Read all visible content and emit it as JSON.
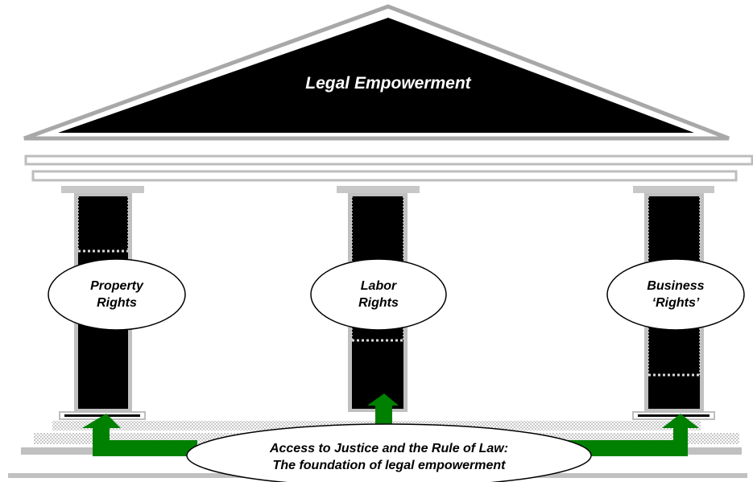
{
  "roof": {
    "title": "Legal Empowerment"
  },
  "pillars": [
    {
      "line1": "Property",
      "line2": "Rights"
    },
    {
      "line1": "Labor",
      "line2": "Rights"
    },
    {
      "line1": "Business",
      "line2": "‘Rights’"
    }
  ],
  "foundation": {
    "line1": "Access to Justice and the Rule of Law:",
    "line2": "The foundation of legal empowerment"
  },
  "colors": {
    "roof_fill": "#000000",
    "roof_border": "#b0b0b0",
    "column_fill": "#000000",
    "stone_gray": "#c0c0c0",
    "arrow_green": "#008000"
  }
}
